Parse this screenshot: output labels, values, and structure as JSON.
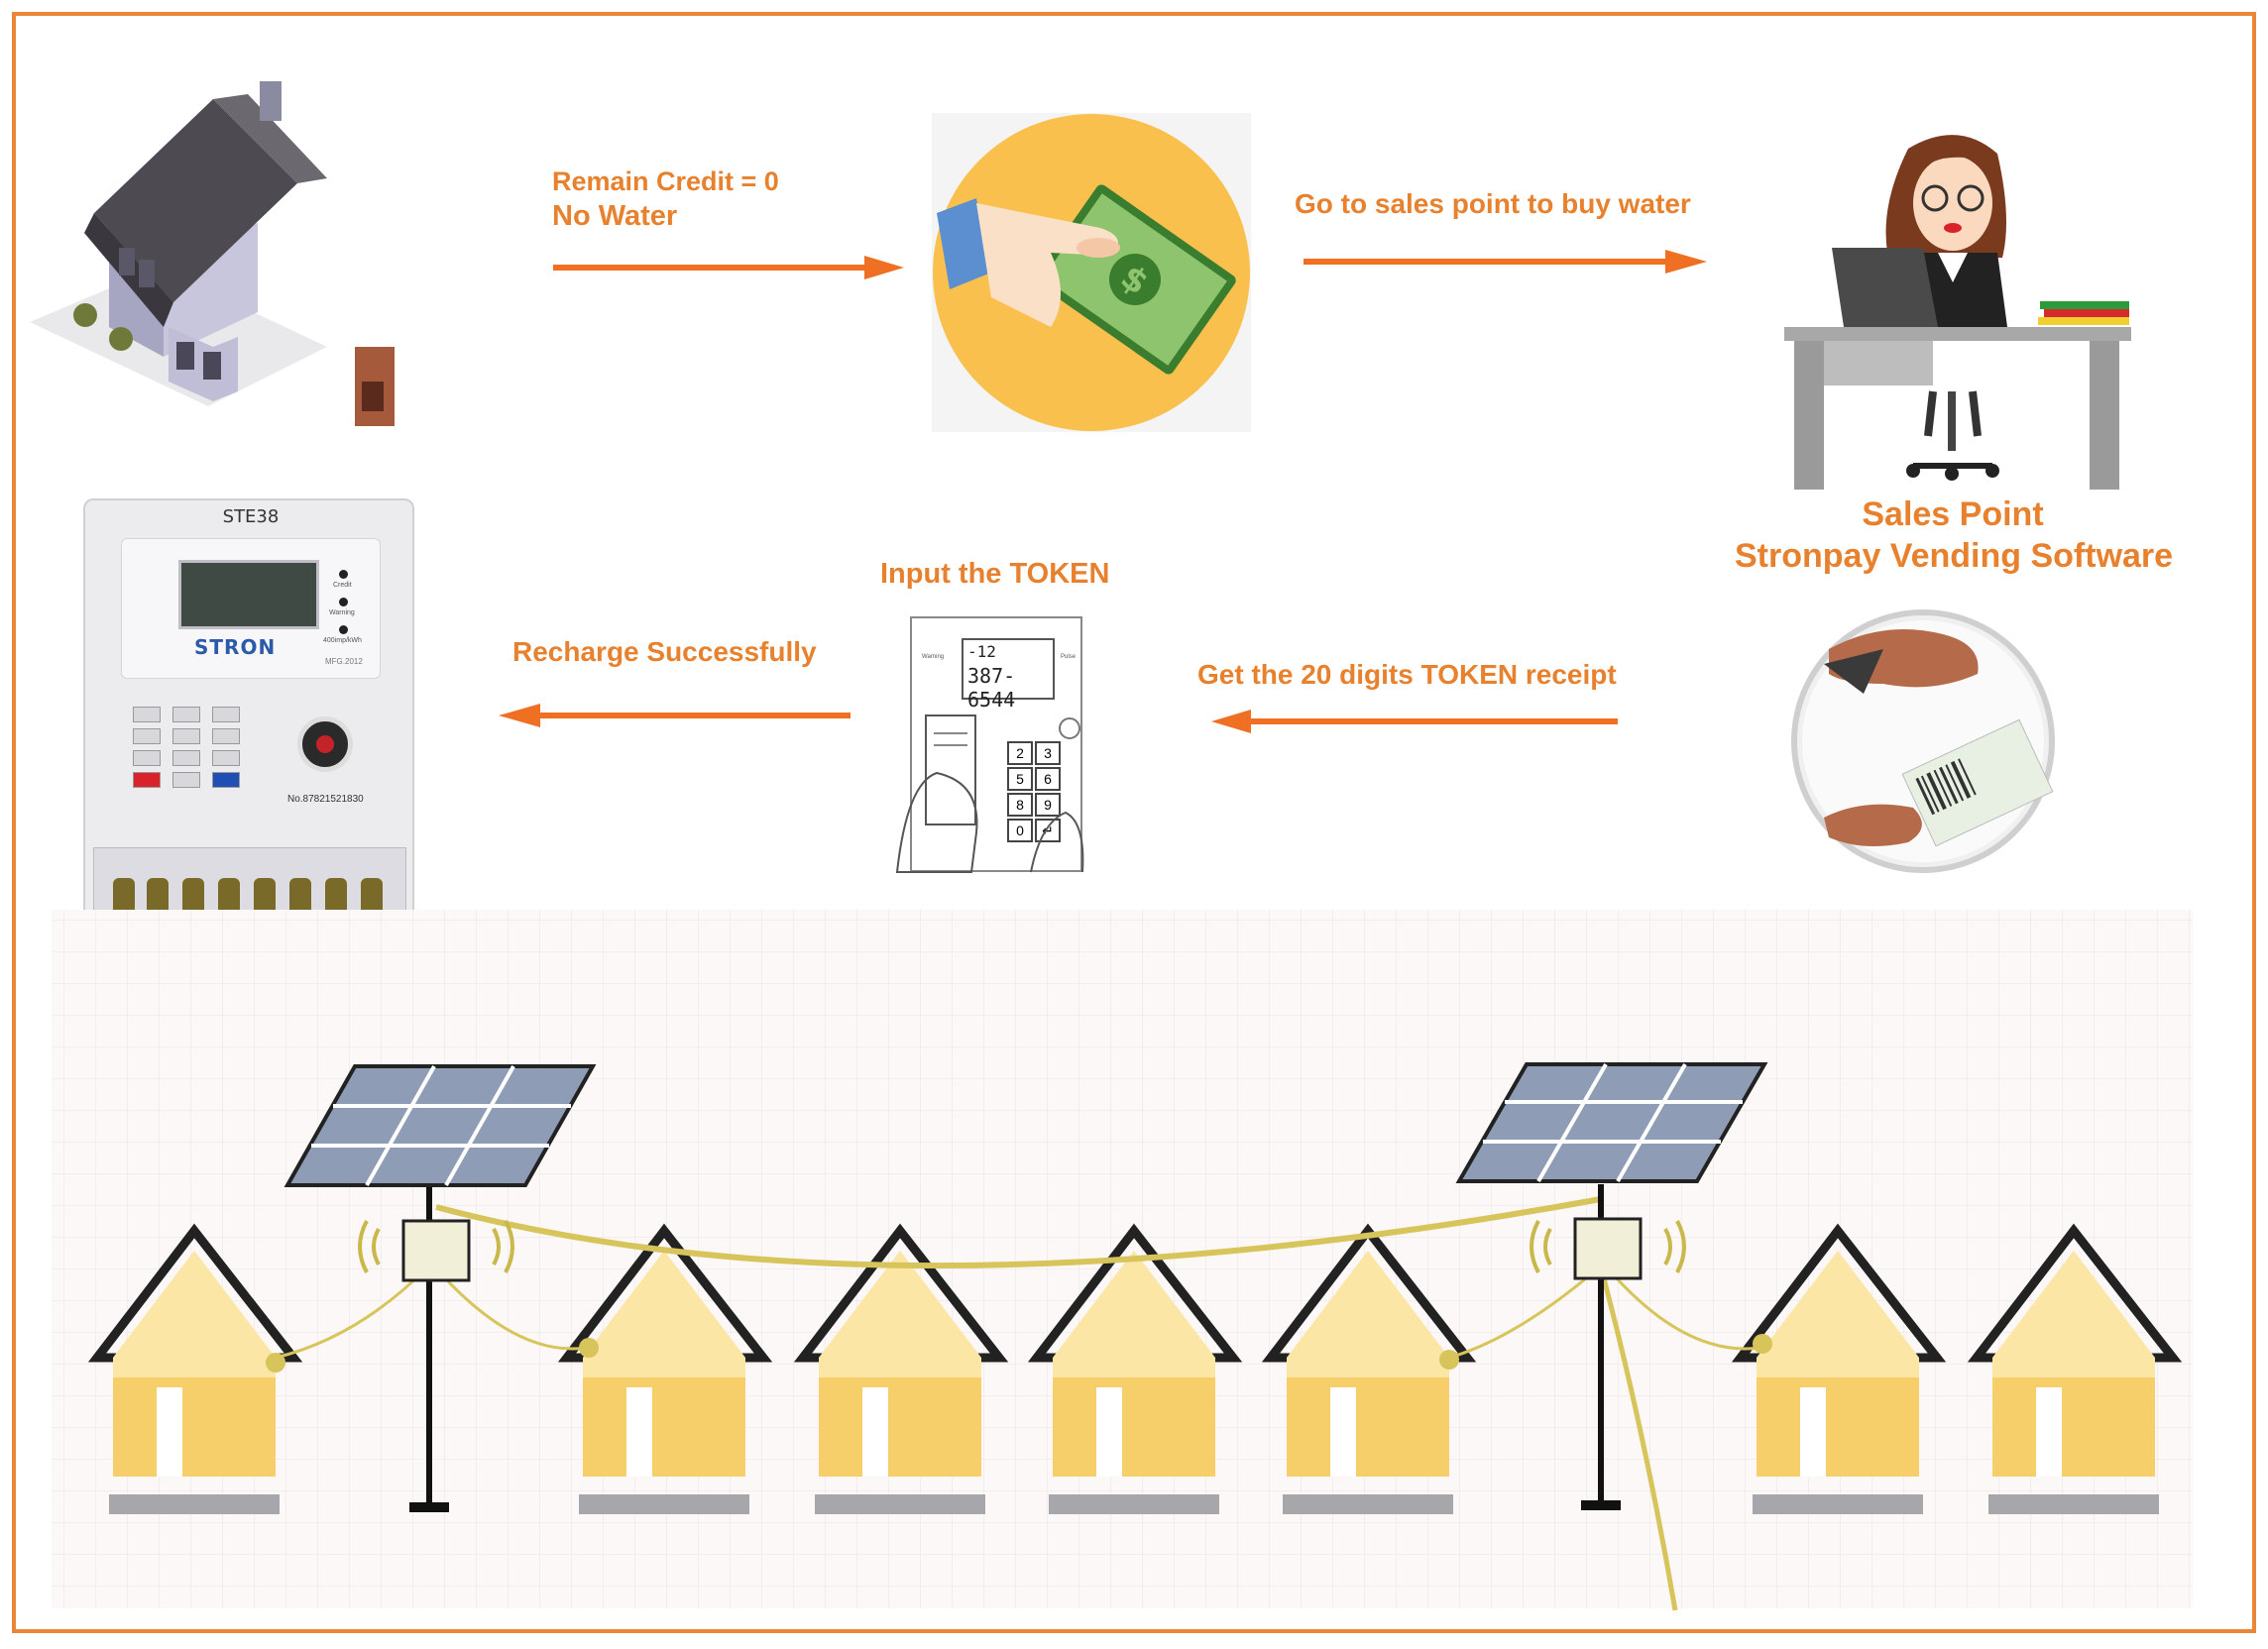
{
  "labels": {
    "remain_credit": "Remain Credit = 0",
    "no_water": "No Water",
    "go_sales": "Go to sales point to buy water",
    "sales_point_title": "Sales Point",
    "sales_point_software": "Stronpay Vending Software",
    "input_token": "Input the TOKEN",
    "recharge": "Recharge Successfully",
    "get_token": "Get the 20 digits TOKEN receipt"
  },
  "meter": {
    "model": "STE38",
    "brand": "STRON",
    "serial": "No.87821521830",
    "ind_credit": "Credit",
    "ind_warning": "Warning",
    "ind_rate": "400imp/kWh",
    "mfg": "MFG.2012"
  },
  "keypad_display": {
    "top": "-12",
    "main": "387-6544",
    "left_tag": "Warning",
    "right_tag": "Pulse",
    "keys": [
      "2",
      "3",
      "5",
      "6",
      "8",
      "9",
      "0",
      "↵"
    ]
  },
  "colors": {
    "accent": "#e8812e",
    "arrow": "#f07023",
    "house_fill": "#fbe6a6",
    "wire": "#d7c45a"
  }
}
